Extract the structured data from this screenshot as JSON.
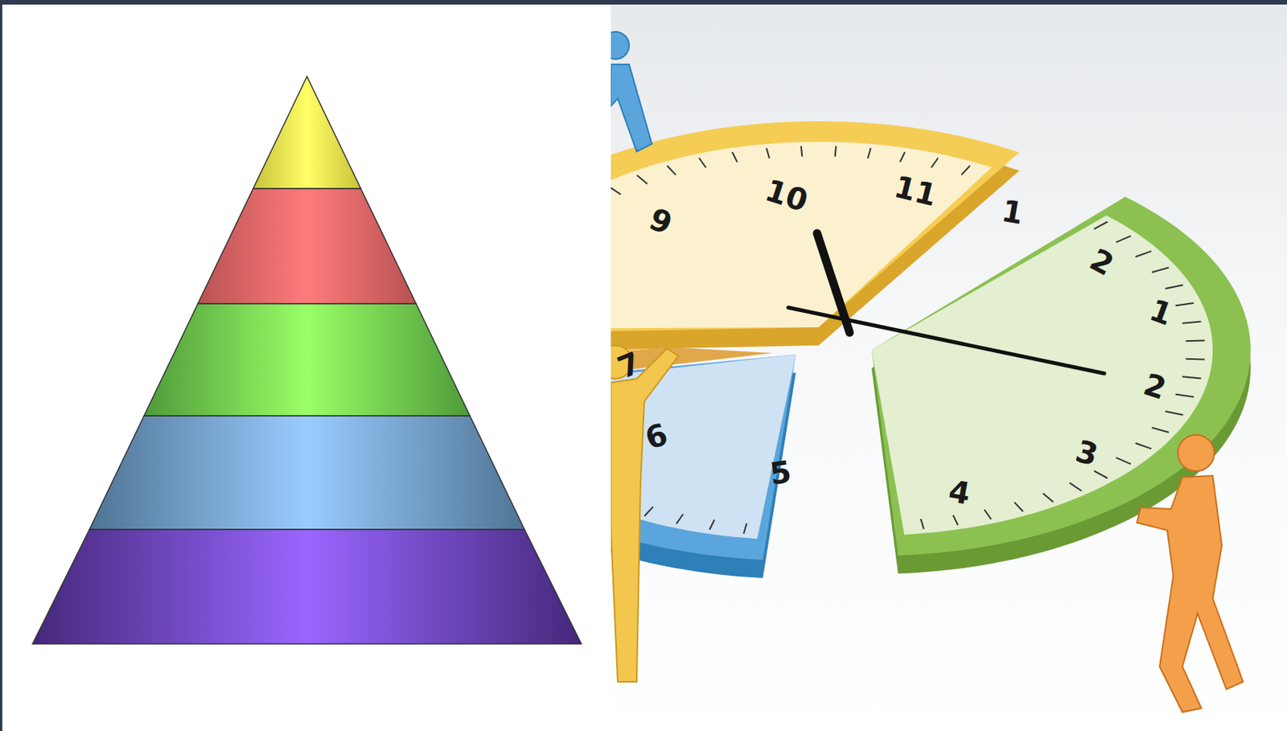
{
  "diagram": {
    "labels": [
      "9",
      "10",
      "11",
      "1",
      "2",
      "1",
      "2",
      "3",
      "4",
      "5",
      "6",
      "7"
    ]
  }
}
